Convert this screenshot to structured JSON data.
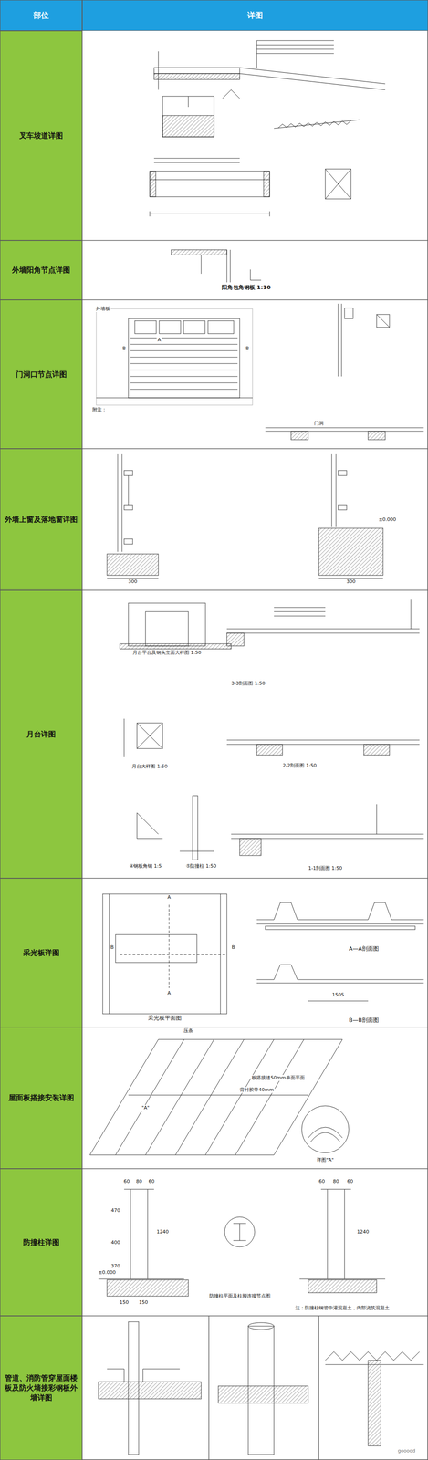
{
  "diagram": {
    "nodes": [
      {
        "text": [
          "部位"
        ]
      },
      {
        "text": [
          "详图"
        ]
      },
      {
        "text": [
          "叉车坡道详图"
        ]
      },
      {
        "text": [
          "外墙阳角节点详图"
        ]
      },
      {
        "text": [
          "门洞口节点详图"
        ]
      },
      {
        "text": [
          "外墙上窗及落地窗详图"
        ]
      },
      {
        "text": [
          "月台详图"
        ]
      },
      {
        "text": [
          "采光板详图"
        ]
      },
      {
        "text": [
          "屋面板搭接安装详图"
        ]
      },
      {
        "text": [
          "防撞柱详图"
        ]
      },
      {
        "text": [
          "管道、消防管穿屋面楼板及防火墙接彩钢板外墙详图"
        ]
      }
    ],
    "labels": [
      "阳角包角钢板 1:10",
      "外墙板",
      "A",
      "B",
      "B",
      "附注：",
      "门洞",
      "300",
      "300",
      "±0.000",
      "月台平台及钢头立面大样图 1:50",
      "3-3剖面图 1:50",
      "月台大样图 1:50",
      "2-2剖面图 1:50",
      "④钢板角钢 1:5",
      "⑤防撞柱 1:50",
      "1-1剖面图 1:50",
      "A",
      "A",
      "B",
      "B",
      "1505",
      "A—A剖面图",
      "B—B剖面图",
      "采光板平面图",
      "压条",
      "板搭接缝50mm单面平面",
      "背衬胶带40mm",
      "\"A\"",
      "详图\"A\"",
      "60",
      "80",
      "60",
      "470",
      "400",
      "370",
      "1240",
      "±0.000",
      "150",
      "150",
      "防撞柱平面及柱脚连接节点图",
      "注：防撞柱钢管中灌混凝土，内部浇筑混凝土",
      "60",
      "80",
      "60",
      "1240",
      "gooood"
    ]
  }
}
